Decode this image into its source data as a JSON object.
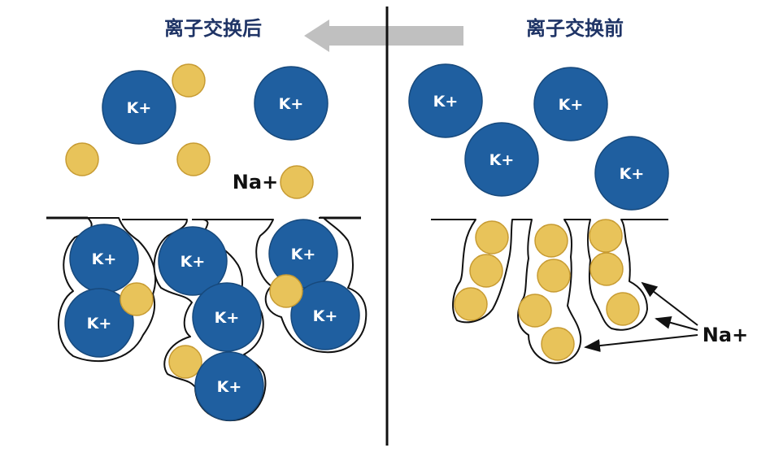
{
  "left_panel": {
    "title": "离子交换后"
  },
  "right_panel": {
    "title": "离子交换前"
  },
  "labels": {
    "k_ion": "K+",
    "na_ion": "Na+"
  },
  "colors": {
    "k_ion": "#1f5fa0",
    "na_ion": "#e8c35a",
    "title": "#1f3466",
    "arrow": "#c0c0c0"
  }
}
